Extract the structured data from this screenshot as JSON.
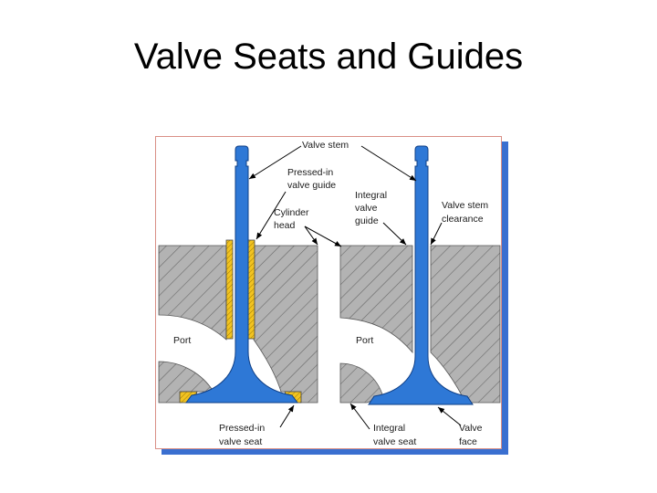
{
  "title": "Valve Seats and Guides",
  "labels": {
    "valve_stem": "Valve stem",
    "pressed_in_guide_1": "Pressed-in",
    "pressed_in_guide_2": "valve guide",
    "cylinder_head_1": "Cylinder",
    "cylinder_head_2": "head",
    "integral_guide_1": "Integral",
    "integral_guide_2": "valve",
    "integral_guide_3": "guide",
    "stem_clearance_1": "Valve stem",
    "stem_clearance_2": "clearance",
    "port_left": "Port",
    "port_right": "Port",
    "pressed_in_seat_1": "Pressed-in",
    "pressed_in_seat_2": "valve seat",
    "integral_seat_1": "Integral",
    "integral_seat_2": "valve seat",
    "valve_face_1": "Valve",
    "valve_face_2": "face"
  },
  "colors": {
    "valve": "#2e78d6",
    "insert": "#f2c320",
    "head_fill": "#b3b3b3",
    "shadow": "#3a6fd0"
  }
}
